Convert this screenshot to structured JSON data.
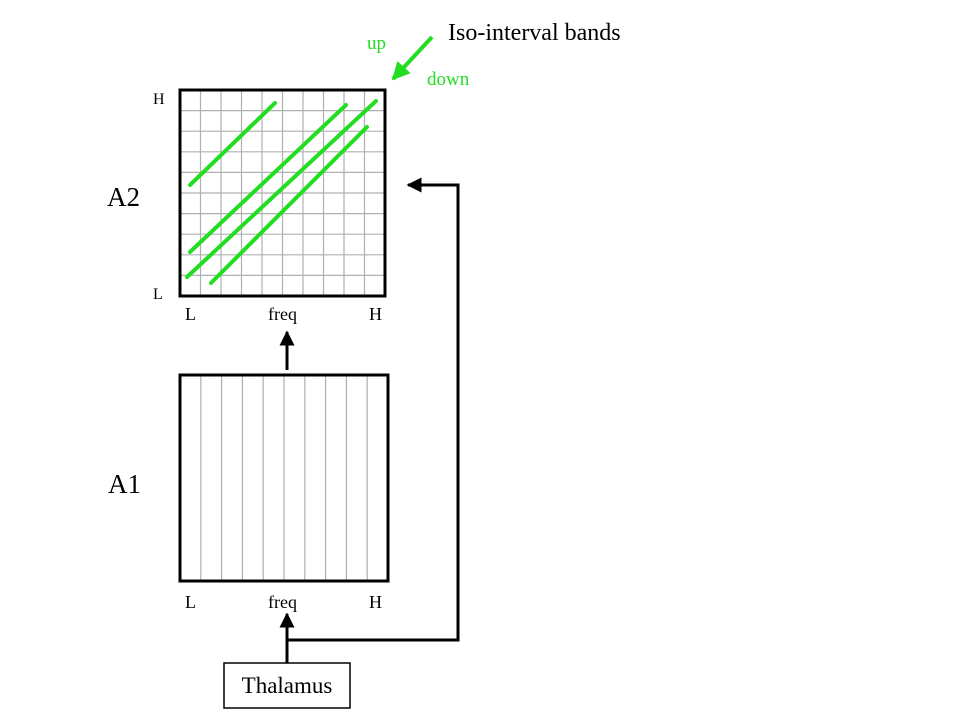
{
  "title": "Iso-interval bands",
  "direction_labels": {
    "up": "up",
    "down": "down"
  },
  "regions": {
    "a2": {
      "label": "A2",
      "y_high": "H",
      "y_low": "L",
      "x_low": "L",
      "x_mid": "freq",
      "x_high": "H"
    },
    "a1": {
      "label": "A1",
      "x_low": "L",
      "x_mid": "freq",
      "x_high": "H"
    }
  },
  "source": {
    "label": "Thalamus"
  },
  "colors": {
    "band": "#22dd22",
    "grid": "#b0b0b0",
    "frame": "#000000",
    "text": "#000000"
  }
}
